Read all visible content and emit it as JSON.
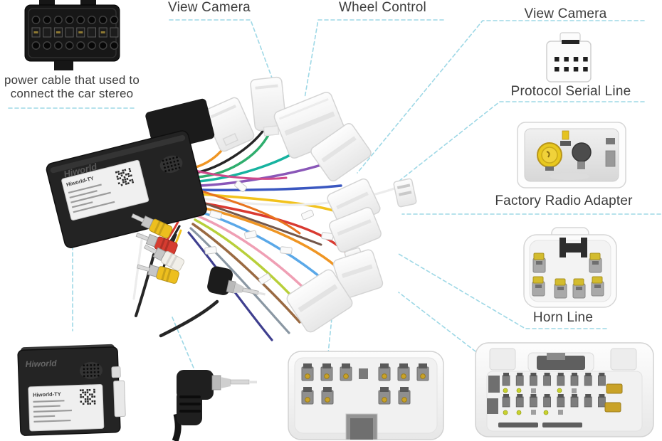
{
  "labels": {
    "view_camera_left": "View Camera",
    "wheel_control": "Wheel Control",
    "view_camera_right": "View Camera",
    "protocol_serial_line": "Protocol Serial Line",
    "factory_radio_adapter": "Factory Radio Adapter",
    "horn_line": "Horn Line",
    "power_cable_line1": "power cable that used to",
    "power_cable_line2": "connect the car stereo"
  },
  "canbus_box": {
    "brand": "Hiworld",
    "label_title": "Hiworld-TY"
  },
  "decoder_box": {
    "brand": "Hiworld",
    "label_title": "Hiworld-TY"
  },
  "colors": {
    "background": "#ffffff",
    "label_text": "#3c3c3c",
    "leader_dash": "#9ed8e6",
    "connector_border": "#d4d4d4",
    "box_black": "#232323",
    "rca_yellow": "#edbf1e",
    "rca_red": "#d63c30",
    "rca_white": "#f1efe9",
    "gold_pin": "#d3bc2e",
    "wire_palette": [
      "#2fae6e",
      "#17b3a0",
      "#3a57c0",
      "#8a57b8",
      "#ef9523",
      "#f2c21c",
      "#d93a31",
      "#ef9fb4",
      "#9a6a42",
      "#262626",
      "#ececec",
      "#8a97a3",
      "#b8cf3a",
      "#5aa8e8",
      "#e8741e",
      "#74574a",
      "#3f3f8f",
      "#cf4a8a"
    ]
  }
}
